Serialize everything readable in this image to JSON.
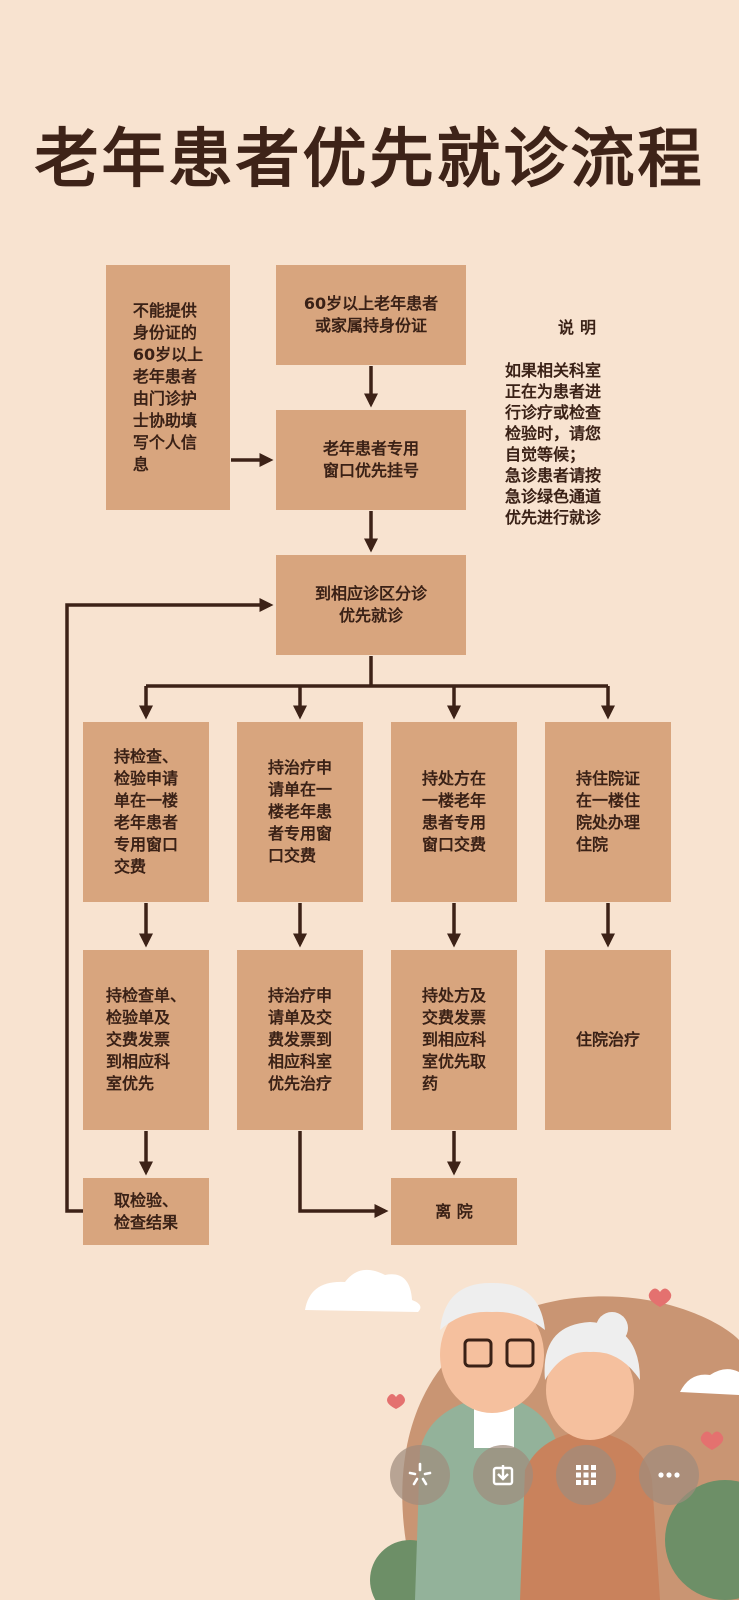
{
  "title": "老年患者优先就诊流程",
  "boxes": {
    "no_id": "不能提供\n身份证的\n60岁以上\n老年患者\n由门诊护\n士协助填\n写个人信\n息",
    "id_holder": "60岁以上老年患者\n或家属持身份证",
    "register": "老年患者专用\n窗口优先挂号",
    "triage": "到相应诊区分诊\n优先就诊",
    "exam_pay": "持检查、\n检验申请\n单在一楼\n老年患者\n专用窗口\n交费",
    "treat_pay": "持治疗申\n请单在一\n楼老年患\n者专用窗\n口交费",
    "rx_pay": "持处方在\n一楼老年\n患者专用\n窗口交费",
    "admit": "持住院证\n在一楼住\n院处办理\n住院",
    "exam_go": "持检查单、\n检验单及\n交费发票\n到相应科\n室优先",
    "treat_go": "持治疗申\n请单及交\n费发票到\n相应科室\n优先治疗",
    "rx_go": "持处方及\n交费发票\n到相应科\n室优先取\n药",
    "inpatient": "住院治疗",
    "results": "取检验、\n检查结果",
    "leave": "离 院"
  },
  "note": {
    "title": "说明",
    "body": "如果相关科室\n正在为患者进\n行诊疗或检查\n检验时，请您\n自觉等候；\n急诊患者请按\n急诊绿色通道\n优先进行就诊"
  },
  "colors": {
    "background": "#f8e3d0",
    "box": "#d8a57e",
    "text": "#3a2116",
    "title": "#3e2318",
    "arrow": "#3d2217"
  },
  "toolbar": {
    "icons": [
      "spark-icon",
      "download-icon",
      "grid-icon",
      "more-icon"
    ]
  }
}
